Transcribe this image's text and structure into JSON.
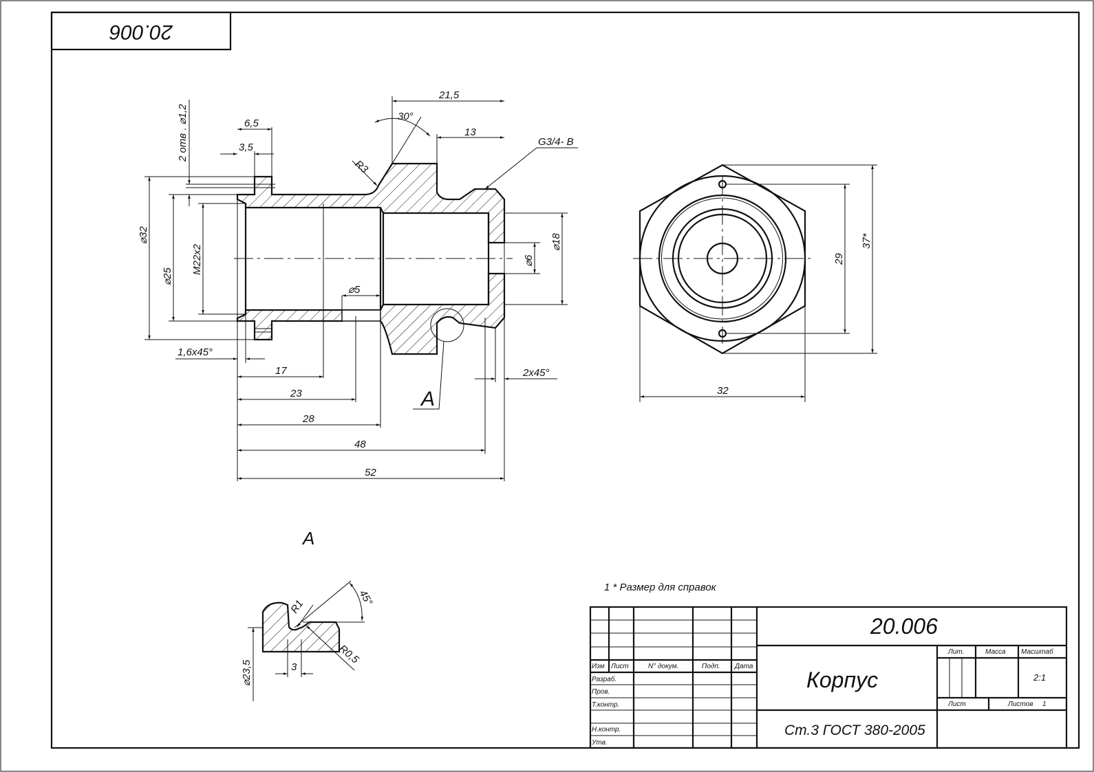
{
  "sheet": {
    "corner_stamp": "20.006",
    "note": "1 * Размер для справок",
    "detail_label": "A",
    "callout_label": "A"
  },
  "dimensions": {
    "d21_5": "21,5",
    "angle30": "30°",
    "d13": "13",
    "thread_g": "G3/4- B",
    "r3": "R3",
    "d6_5": "6,5",
    "d3_5": "3,5",
    "holes": "2 отв . ⌀1,2",
    "dia32": "⌀32",
    "dia25": "⌀25",
    "m22": "M22x2",
    "dia5": "⌀5",
    "dia18": "⌀18",
    "dia6": "⌀6",
    "ch16": "1,6x45°",
    "ch2": "2x45°",
    "d17": "17",
    "d23": "23",
    "d28": "28",
    "d48": "48",
    "d52": "52",
    "v29": "29",
    "v37": "37*",
    "h32": "32"
  },
  "detail_a": {
    "r1": "R1",
    "angle45": "45°",
    "r05": "R0,5",
    "d3": "3",
    "dia23_5": "⌀23,5"
  },
  "title_block": {
    "designation": "20.006",
    "name": "Корпус",
    "material": "Ст.3 ГОСТ 380-2005",
    "headers": [
      "Изм",
      "Лист",
      "N° докум.",
      "Подп.",
      "Дата"
    ],
    "rows": [
      "Разраб.",
      "Пров.",
      "Т.контр.",
      "",
      "Н.контр.",
      "Утв."
    ],
    "lit": "Лит.",
    "mass": "Масса",
    "scale_label": "Масштаб",
    "scale": "2:1",
    "sheet_label": "Лист",
    "sheets_label": "Листов",
    "sheets": "1"
  }
}
